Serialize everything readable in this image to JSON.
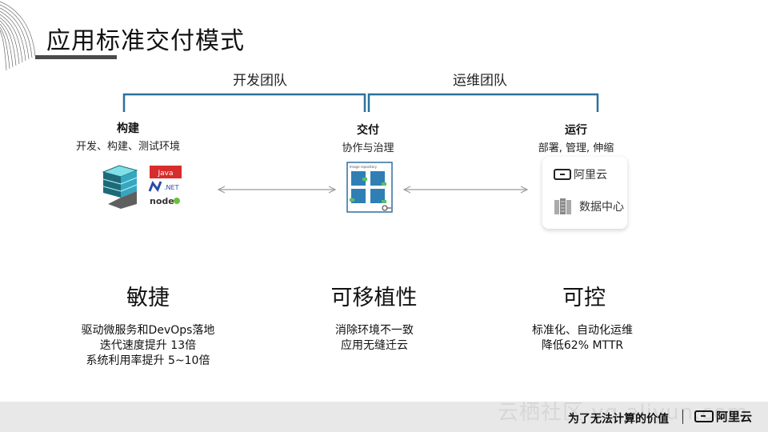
{
  "slide": {
    "title": "应用标准交付模式"
  },
  "teams": {
    "dev": "开发团队",
    "ops": "运维团队"
  },
  "phases": {
    "build": {
      "title": "构建",
      "subtitle": "开发、构建、测试环境",
      "icons": [
        "database-cube-icon",
        "java-logo",
        "dotnet-logo",
        "nodejs-logo"
      ],
      "java_text": "Java",
      "dotnet_text": ".NET",
      "node_text": "node"
    },
    "deliver": {
      "title": "交付",
      "subtitle": "协作与治理",
      "icon": "image-repository-icon",
      "repo_label": "Image repository"
    },
    "run": {
      "title": "运行",
      "subtitle": "部署, 管理, 伸缩",
      "aliyun_label": "阿里云",
      "datacenter_label": "数据中心"
    }
  },
  "benefits": [
    {
      "title": "敏捷",
      "lines": [
        "驱动微服务和DevOps落地",
        "迭代速度提升 13倍",
        "系统利用率提升 5~10倍"
      ]
    },
    {
      "title": "可移植性",
      "lines": [
        "消除环境不一致",
        "应用无缝迁云"
      ]
    },
    {
      "title": "可控",
      "lines": [
        "标准化、自动化运维",
        "降低62% MTTR"
      ]
    }
  ],
  "footer": {
    "watermark": "云栖社区 yq.aliyun.com",
    "slogan": "为了无法计算的价值",
    "logo_text": "阿里云"
  },
  "colors": {
    "bracket": "#2f6f9e",
    "arrow": "#9a9a9a",
    "repo_frame": "#2f6f9e",
    "repo_block": "#2f7fb5",
    "repo_accent": "#5bbf6a",
    "cube_top": "#7fe0e6",
    "cube_side": "#1e6a7a",
    "java_red": "#d72d2b",
    "dotnet_blue": "#2b4aa8",
    "footer_bg": "#e8e8e8"
  }
}
